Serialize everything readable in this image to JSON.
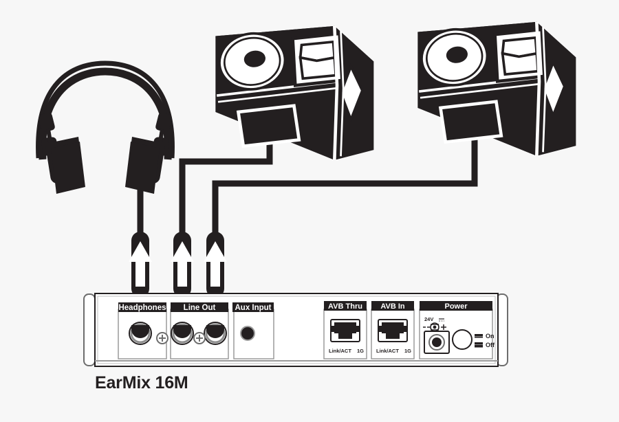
{
  "diagram": {
    "title": "EarMix 16M",
    "background_color": "#f7f7f7",
    "ink_color": "#231f20",
    "paper_color": "#ffffff"
  },
  "device": {
    "name": "EarMix 16M",
    "panel_sections": [
      {
        "id": "headphones",
        "label": "Headphones",
        "jacks": 1,
        "occupied": true
      },
      {
        "id": "line-out",
        "label": "Line Out",
        "jacks": 2,
        "occupied": true
      },
      {
        "id": "aux-input",
        "label": "Aux Input",
        "jacks": 1,
        "occupied": false
      },
      {
        "id": "avb-thru",
        "label": "AVB Thru",
        "port_left_label": "Link/ACT",
        "port_right_label": "1G"
      },
      {
        "id": "avb-in",
        "label": "AVB In",
        "port_left_label": "Link/ACT",
        "port_right_label": "1G"
      },
      {
        "id": "power",
        "label": "Power",
        "voltage_label": "24V",
        "switch_on_label": "On",
        "switch_off_label": "Off"
      }
    ]
  },
  "devices_connected": [
    {
      "id": "headphones",
      "kind": "headphones",
      "connects_to": "Headphones"
    },
    {
      "id": "speaker-left",
      "kind": "powered-studio-monitor",
      "connects_to": "Line Out"
    },
    {
      "id": "speaker-right",
      "kind": "powered-studio-monitor",
      "connects_to": "Line Out"
    }
  ],
  "cables": [
    {
      "id": "headphone-cable",
      "from": "headphones",
      "to": "headphones-jack",
      "plug_direction": "up"
    },
    {
      "id": "speaker-left-cable",
      "from": "speaker-left",
      "to": "line-out-jack-1",
      "plug_direction": "up"
    },
    {
      "id": "speaker-right-cable",
      "from": "speaker-right",
      "to": "line-out-jack-2",
      "plug_direction": "up"
    }
  ]
}
